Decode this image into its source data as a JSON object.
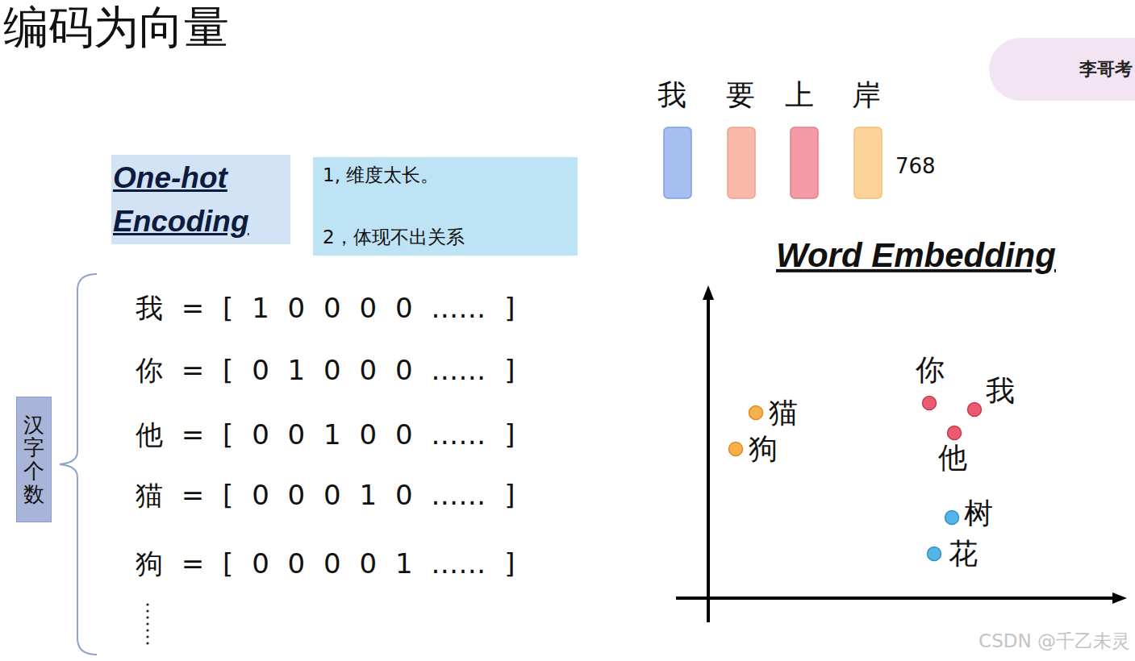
{
  "diagram": {
    "title": "编码为向量",
    "nodes": [
      {
        "text": [
          "李哥考"
        ]
      },
      {
        "text": [
          "One-hot Encoding"
        ]
      },
      {
        "text": [
          "1, 维度太长。",
          "2，体现不出关系"
        ]
      },
      {
        "text": [
          "汉字个数"
        ]
      }
    ],
    "labels": [
      "我 = [ 1 0 0 0 0 …… ]",
      "你 = [ 0 1 0 0 0 …… ]",
      "他 = [ 0 0 1 0 0 …… ]",
      "猫 = [ 0 0 0 1 0 …… ]",
      "狗 = [ 0 0 0 0 1 …… ]",
      "我",
      "要",
      "上",
      "岸",
      "768",
      "Word Embedding",
      "你",
      "我",
      "猫",
      "狗",
      "他",
      "树",
      "花",
      "CSDN @千乙未灵"
    ]
  }
}
